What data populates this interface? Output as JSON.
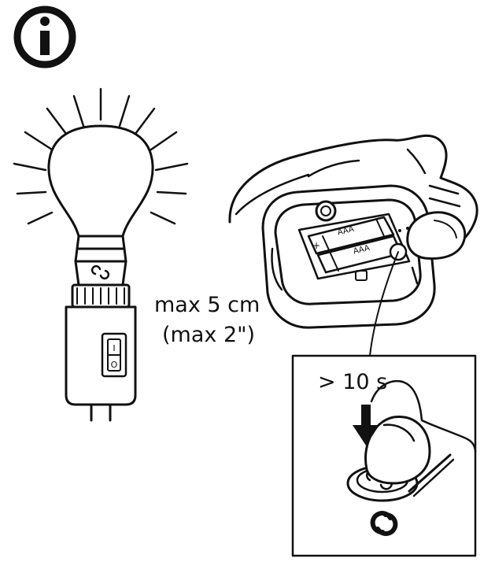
{
  "info": {
    "icon": "info-icon",
    "symbol": "i"
  },
  "lamp": {
    "switch_on_symbol": "I",
    "switch_off_symbol": "O"
  },
  "distance": {
    "metric": "max 5 cm",
    "imperial": "(max 2\")"
  },
  "remote": {
    "battery_label_1": "AAA",
    "battery_label_2": "AAA",
    "plus_symbol": "+"
  },
  "reset": {
    "duration": "> 10 s"
  },
  "colors": {
    "line": "#111111",
    "background": "#ffffff"
  }
}
